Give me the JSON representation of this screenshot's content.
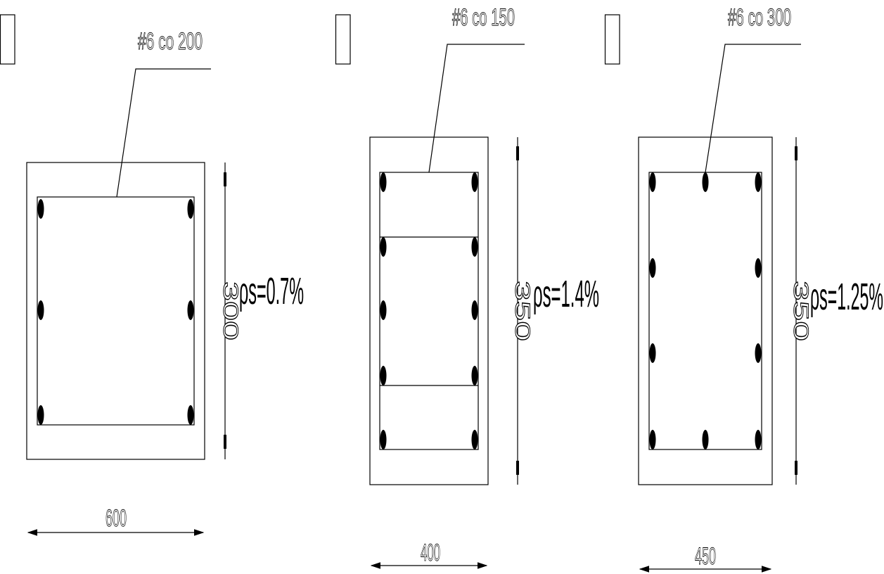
{
  "sections": [
    {
      "stirrup_label": "#6 co 200",
      "height_dim": "300",
      "width_dim": "600",
      "ratio": "ρs=0.7%"
    },
    {
      "stirrup_label": "#6 co 150",
      "height_dim": "350",
      "width_dim": "400",
      "ratio": "ρs=1.4%"
    },
    {
      "stirrup_label": "#6 co 300",
      "height_dim": "350",
      "width_dim": "450",
      "ratio": "ρs=1.25%"
    }
  ],
  "colors": {
    "line": "#000000",
    "background": "#ffffff"
  }
}
